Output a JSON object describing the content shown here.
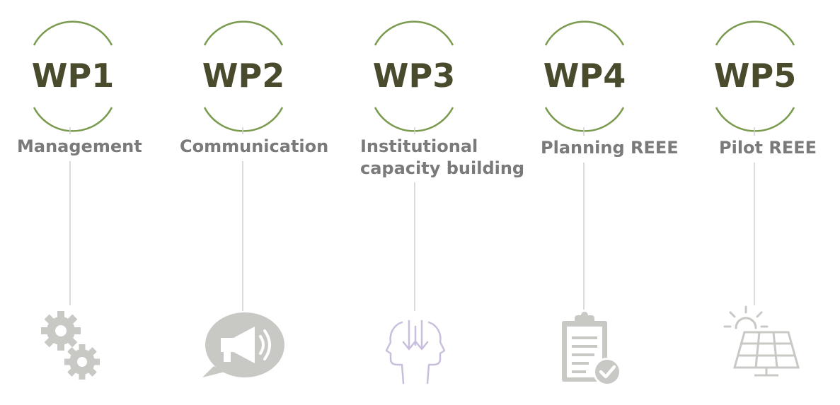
{
  "colors": {
    "arc": "#7a9a4e",
    "code_text": "#4a4a2c",
    "title_text": "#7a7a7a",
    "connector": "#cfcfcf",
    "icon_gray": "#c8c8c4",
    "icon_lavender": "#c9bfdc"
  },
  "work_packages": [
    {
      "code": "WP1",
      "title": "Management",
      "icon": "gears-icon"
    },
    {
      "code": "WP2",
      "title": "Communication",
      "icon": "megaphone-speech-bubble-icon"
    },
    {
      "code": "WP3",
      "title_lines": [
        "Institutional",
        "capacity building"
      ],
      "icon": "head-arrows-icon"
    },
    {
      "code": "WP4",
      "title": "Planning REEE",
      "icon": "clipboard-check-icon"
    },
    {
      "code": "WP5",
      "title": "Pilot REEE",
      "icon": "solar-panel-icon"
    }
  ]
}
